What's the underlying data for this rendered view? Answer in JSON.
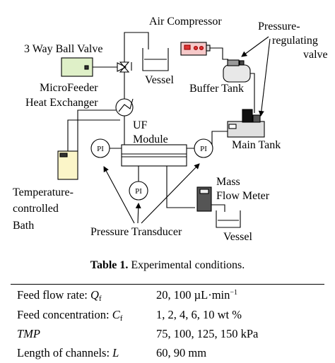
{
  "diagram": {
    "labels": {
      "air_compressor": "Air Compressor",
      "pressure_regulating_valve_1": "Pressure-",
      "pressure_regulating_valve_2": "regulating",
      "pressure_regulating_valve_3": "valve",
      "three_way_ball_valve": "3 Way Ball Valve",
      "vessel_top": "Vessel",
      "microfeeder": "MicroFeeder",
      "buffer_tank": "Buffer Tank",
      "heat_exchanger": "Heat Exchanger",
      "uf_module_1": "UF",
      "uf_module_2": "Module",
      "main_tank": "Main Tank",
      "mass_flow_meter_1": "Mass",
      "mass_flow_meter_2": "Flow Meter",
      "temp_bath_1": "Temperature-",
      "temp_bath_2": "controlled",
      "temp_bath_3": "Bath",
      "pressure_transducer": "Pressure Transducer",
      "vessel_bottom": "Vessel",
      "pi": "PI"
    }
  },
  "table": {
    "caption_bold": "Table 1.",
    "caption_rest": " Experimental conditions.",
    "rows": [
      {
        "label_pre": "Feed flow rate: ",
        "label_sym": "Q",
        "label_sub": "f",
        "value_pre": "20, 100 µL·min",
        "value_sup": "−1"
      },
      {
        "label_pre": "Feed concentration: ",
        "label_sym": "C",
        "label_sub": "f",
        "value_pre": "1, 2, 4, 6, 10 wt %",
        "value_sup": ""
      },
      {
        "label_pre": "",
        "label_sym": "TMP",
        "label_sub": "",
        "value_pre": "75, 100, 125, 150 kPa",
        "value_sup": ""
      },
      {
        "label_pre": "Length of channels: ",
        "label_sym": "L",
        "label_sub": "",
        "value_pre": "60, 90 mm",
        "value_sup": ""
      }
    ]
  }
}
